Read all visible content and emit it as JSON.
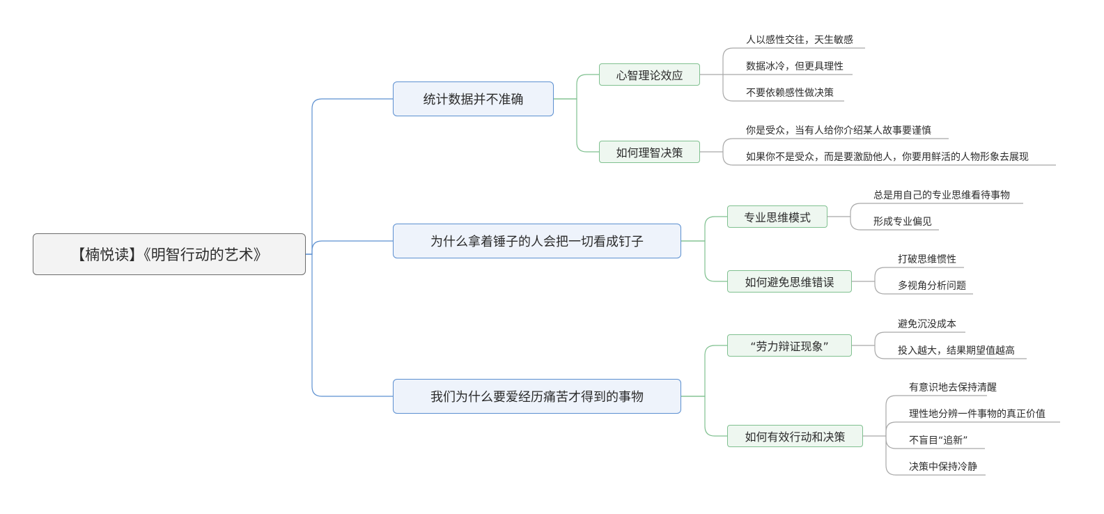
{
  "root": "【楠悦读】《明智行动的艺术》",
  "colors": {
    "root_border": "#6b6b6b",
    "level1_border": "#5b8fd0",
    "level2_border": "#7fc08f",
    "leaf_line": "#a8a8a8"
  },
  "branches": [
    {
      "label": "统计数据并不准确",
      "children": [
        {
          "label": "心智理论效应",
          "leaves": [
            "人以感性交往，天生敏感",
            "数据冰冷，但更具理性",
            "不要依赖感性做决策"
          ]
        },
        {
          "label": "如何理智决策",
          "leaves": [
            "你是受众，当有人给你介绍某人故事要谨慎",
            "如果你不是受众，而是要激励他人，你要用鲜活的人物形象去展现"
          ]
        }
      ]
    },
    {
      "label": "为什么拿着锤子的人会把一切看成钉子",
      "children": [
        {
          "label": "专业思维模式",
          "leaves": [
            "总是用自己的专业思维看待事物",
            "形成专业偏见"
          ]
        },
        {
          "label": "如何避免思维错误",
          "leaves": [
            "打破思维惯性",
            "多视角分析问题"
          ]
        }
      ]
    },
    {
      "label": "我们为什么要爱经历痛苦才得到的事物",
      "children": [
        {
          "label": "“劳力辩证现象”",
          "leaves": [
            "避免沉没成本",
            "投入越大，结果期望值越高"
          ]
        },
        {
          "label": "如何有效行动和决策",
          "leaves": [
            "有意识地去保持清醒",
            "理性地分辨一件事物的真正价值",
            "不盲目“追新”",
            "决策中保持冷静"
          ]
        }
      ]
    }
  ]
}
